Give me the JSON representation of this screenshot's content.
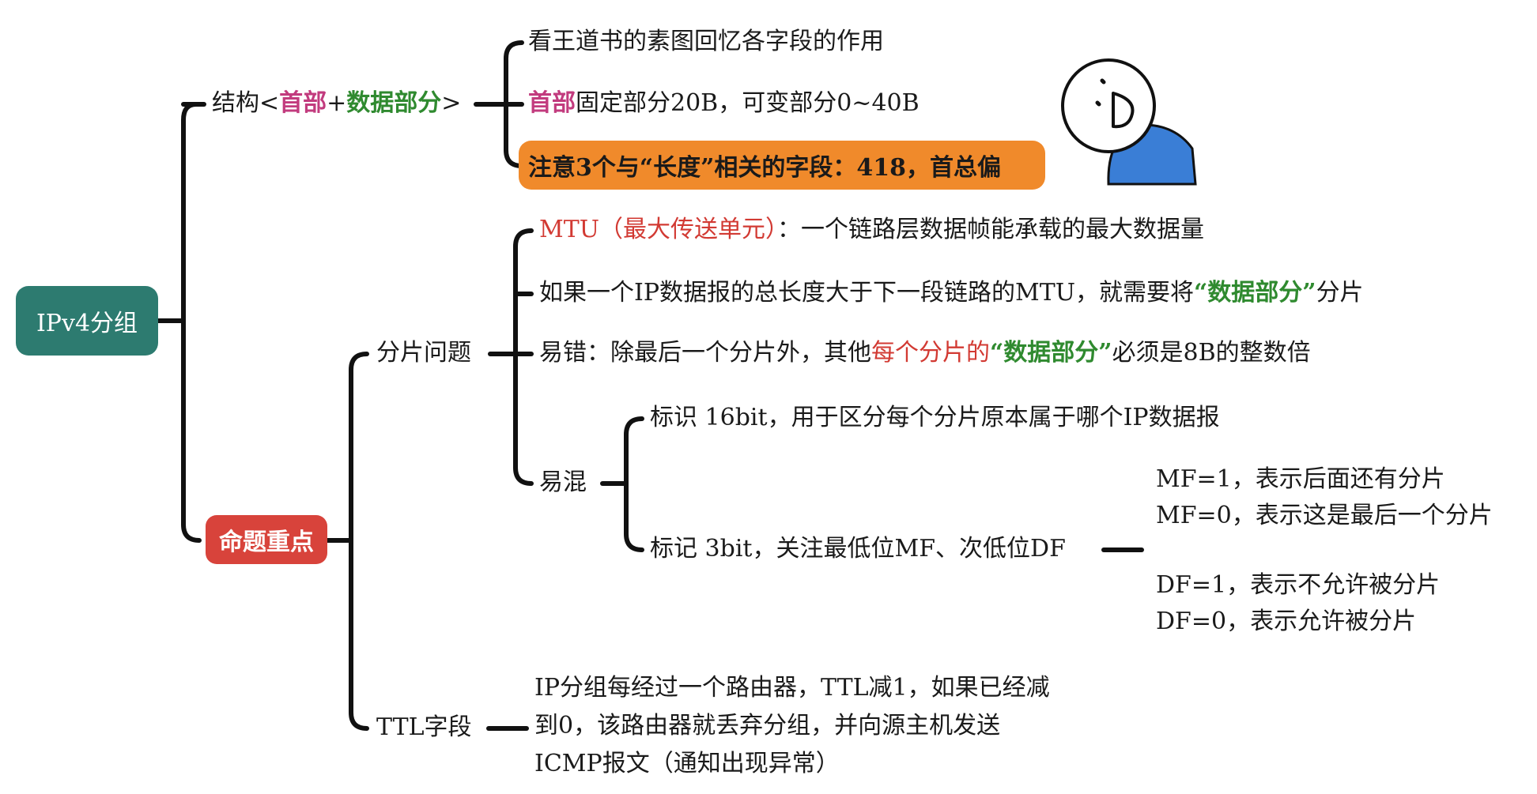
{
  "root": {
    "label": "IPv4分组"
  },
  "structure": {
    "label_prefix": "结构<",
    "label_header": "首部",
    "label_plus": "+",
    "label_data": "数据部分",
    "label_suffix": ">",
    "items": {
      "item1": "看王道书的素图回忆各字段的作用",
      "item2_header": "首部",
      "item2_rest": "固定部分20B，可变部分0~40B",
      "item3": "注意3个与“长度”相关的字段：418，首总偏"
    }
  },
  "focus": {
    "label": "命题重点",
    "fragment": {
      "label": "分片问题",
      "mtu_term": "MTU（最大传送单元）",
      "mtu_def": "：一个链路层数据帧能承载的最大数据量",
      "rule_part1": "如果一个IP数据报的总长度大于下一段链路的MTU，就需要将",
      "rule_data": "“数据部分”",
      "rule_part2": "分片",
      "error_part1": "易错：除最后一个分片外，其他",
      "error_red": "每个分片的",
      "error_data": "“数据部分”",
      "error_part2": "必须是8B的整数倍",
      "confuse": {
        "label": "易混",
        "ident": "标识 16bit，用于区分每个分片原本属于哪个IP数据报",
        "flag": "标记 3bit，关注最低位MF、次低位DF",
        "mf1": "MF=1，表示后面还有分片",
        "mf0": "MF=0，表示这是最后一个分片",
        "df1": "DF=1，表示不允许被分片",
        "df0": "DF=0，表示允许被分片"
      }
    },
    "ttl": {
      "label": "TTL字段",
      "line1": "IP分组每经过一个路由器，TTL减1，如果已经减",
      "line2": "到0，该路由器就丢弃分组，并向源主机发送",
      "line3": "ICMP报文（通知出现异常）"
    }
  },
  "colors": {
    "root_bg": "#2d7b70",
    "focus_bg": "#d8433b",
    "attention_bg": "#f08a2b",
    "header_text": "#c23b7e",
    "data_text": "#2f8a2f",
    "red_text": "#d23a33",
    "mascot_body": "#3a7ed6"
  }
}
